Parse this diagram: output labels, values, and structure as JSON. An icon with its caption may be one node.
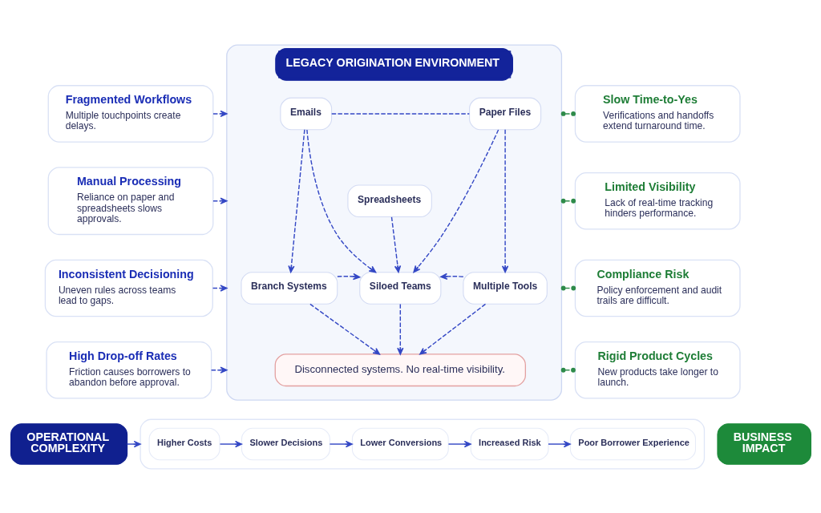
{
  "diagram": {
    "nodes": [
      {
        "text": [
          "Fragmented Workflows",
          "Multiple touchpoints create delays."
        ]
      },
      {
        "text": [
          "Manual Processing",
          "Reliance on paper and spreadsheets slows approvals."
        ]
      },
      {
        "text": [
          "Inconsistent Decisioning",
          "Uneven rules across teams lead to gaps."
        ]
      },
      {
        "text": [
          "High Drop-off Rates",
          "Friction causes borrowers to abandon before approval."
        ]
      },
      {
        "text": [
          "LEGACY ORIGINATION ENVIRONMENT"
        ]
      },
      {
        "text": [
          "Emails"
        ],
        "in": 4
      },
      {
        "text": [
          "Spreadsheets"
        ],
        "in": 4
      },
      {
        "text": [
          "Paper Files"
        ],
        "in": 4
      },
      {
        "text": [
          "Branch Systems"
        ],
        "in": 4
      },
      {
        "text": [
          "Siloed Teams"
        ],
        "in": 4
      },
      {
        "text": [
          "Multiple Tools"
        ],
        "in": 4
      },
      {
        "text": [
          "Disconnected systems. No real-time visibility."
        ],
        "in": 4
      },
      {
        "text": [
          "Slow Time-to-Yes",
          "Verifications and handoffs extend turnaround time."
        ]
      },
      {
        "text": [
          "Limited Visibility",
          "Lack of real-time tracking hinders performance."
        ]
      },
      {
        "text": [
          "Compliance Risk",
          "Policy enforcement and audit trails are difficult."
        ]
      },
      {
        "text": [
          "Rigid Product Cycles",
          "New products take longer to launch."
        ]
      },
      {
        "text": [
          "OPERATIONAL COMPLEXITY"
        ]
      },
      {
        "text": [],
        "shape": "box"
      },
      {
        "text": [
          "Higher Costs"
        ],
        "in": 17
      },
      {
        "text": [
          "Slower Decisions"
        ],
        "in": 17
      },
      {
        "text": [
          "Lower Conversions"
        ],
        "in": 17
      },
      {
        "text": [
          "Increased Risk"
        ],
        "in": 17
      },
      {
        "text": [
          "Poor Borrower Experience"
        ],
        "in": 17
      },
      {
        "text": [
          "BUSINESS IMPACT"
        ]
      }
    ],
    "edges": [
      {
        "from": 0,
        "to": 4,
        "arrow": "to",
        "style": "dashed"
      },
      {
        "from": 1,
        "to": 4,
        "arrow": "to",
        "style": "dashed"
      },
      {
        "from": 2,
        "to": 4,
        "arrow": "to",
        "style": "dashed"
      },
      {
        "from": 3,
        "to": 4,
        "arrow": "to",
        "style": "dashed"
      },
      {
        "from": 5,
        "to": 8,
        "arrow": "to",
        "style": "dashed"
      },
      {
        "from": 5,
        "to": 9,
        "arrow": "to",
        "style": "dashed"
      },
      {
        "from": 5,
        "to": 7,
        "arrow": "none",
        "style": "dashed"
      },
      {
        "from": 6,
        "to": 9,
        "arrow": "to",
        "style": "dashed"
      },
      {
        "from": 7,
        "to": 9,
        "arrow": "to",
        "style": "dashed"
      },
      {
        "from": 7,
        "to": 10,
        "arrow": "to",
        "style": "dashed"
      },
      {
        "from": 8,
        "to": 9,
        "arrow": "to",
        "style": "dashed"
      },
      {
        "from": 10,
        "to": 9,
        "arrow": "to",
        "style": "dashed"
      },
      {
        "from": 8,
        "to": 11,
        "arrow": "to",
        "style": "dashed"
      },
      {
        "from": 9,
        "to": 11,
        "arrow": "to",
        "style": "dashed"
      },
      {
        "from": 10,
        "to": 11,
        "arrow": "to",
        "style": "dashed"
      },
      {
        "from": 4,
        "to": 12,
        "arrow": "other",
        "style": "dashed",
        "color": "#2e8b4a"
      },
      {
        "from": 4,
        "to": 13,
        "arrow": "other",
        "style": "dashed",
        "color": "#2e8b4a"
      },
      {
        "from": 4,
        "to": 14,
        "arrow": "other",
        "style": "dashed",
        "color": "#2e8b4a"
      },
      {
        "from": 4,
        "to": 15,
        "arrow": "other",
        "style": "dashed",
        "color": "#2e8b4a"
      },
      {
        "from": 16,
        "to": 17,
        "arrow": "to"
      },
      {
        "from": 18,
        "to": 19,
        "arrow": "to"
      },
      {
        "from": 19,
        "to": 20,
        "arrow": "to"
      },
      {
        "from": 20,
        "to": 21,
        "arrow": "to"
      },
      {
        "from": 21,
        "to": 22,
        "arrow": "to"
      }
    ]
  }
}
